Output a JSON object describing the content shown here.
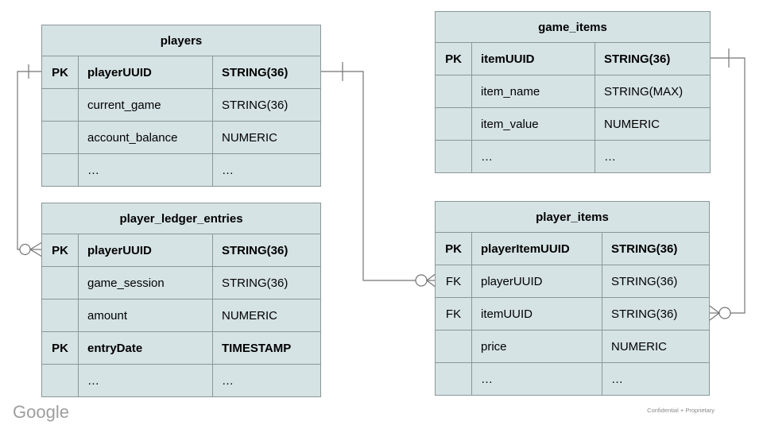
{
  "slide": {
    "brand": "Google",
    "footer_note": "Confidential + Proprietary"
  },
  "colors": {
    "table_fill": "#d6e3e5",
    "table_border": "#8a9799",
    "connector_line": "#757575",
    "text": "#000000",
    "brand_text": "#9e9e9e",
    "footer_text": "#8a8a8a",
    "background": "#ffffff"
  },
  "tables": [
    {
      "id": "players",
      "title": "players",
      "rows": [
        {
          "key": "PK",
          "name": "playerUUID",
          "type": "STRING(36)"
        },
        {
          "key": "",
          "name": "current_game",
          "type": "STRING(36)"
        },
        {
          "key": "",
          "name": "account_balance",
          "type": "NUMERIC"
        },
        {
          "key": "",
          "name": "…",
          "type": "…"
        }
      ]
    },
    {
      "id": "game_items",
      "title": "game_items",
      "rows": [
        {
          "key": "PK",
          "name": "itemUUID",
          "type": "STRING(36)"
        },
        {
          "key": "",
          "name": "item_name",
          "type": "STRING(MAX)"
        },
        {
          "key": "",
          "name": "item_value",
          "type": "NUMERIC"
        },
        {
          "key": "",
          "name": "…",
          "type": "…"
        }
      ]
    },
    {
      "id": "player_ledger_entries",
      "title": "player_ledger_entries",
      "rows": [
        {
          "key": "PK",
          "name": "playerUUID",
          "type": "STRING(36)"
        },
        {
          "key": "",
          "name": "game_session",
          "type": "STRING(36)"
        },
        {
          "key": "",
          "name": "amount",
          "type": "NUMERIC"
        },
        {
          "key": "PK",
          "name": "entryDate",
          "type": "TIMESTAMP"
        },
        {
          "key": "",
          "name": "…",
          "type": "…"
        }
      ]
    },
    {
      "id": "player_items",
      "title": "player_items",
      "rows": [
        {
          "key": "PK",
          "name": "playerItemUUID",
          "type": "STRING(36)"
        },
        {
          "key": "FK",
          "name": "playerUUID",
          "type": "STRING(36)"
        },
        {
          "key": "FK",
          "name": "itemUUID",
          "type": "STRING(36)"
        },
        {
          "key": "",
          "name": "price",
          "type": "NUMERIC"
        },
        {
          "key": "",
          "name": "…",
          "type": "…"
        }
      ]
    }
  ],
  "relationships": [
    {
      "from_table": "players",
      "from_column": "playerUUID",
      "from_cardinality": "exactly-one",
      "to_table": "player_ledger_entries",
      "to_column": "playerUUID",
      "to_cardinality": "zero-or-many"
    },
    {
      "from_table": "players",
      "from_column": "playerUUID",
      "from_cardinality": "exactly-one",
      "to_table": "player_items",
      "to_column": "playerUUID",
      "to_cardinality": "zero-or-many"
    },
    {
      "from_table": "game_items",
      "from_column": "itemUUID",
      "from_cardinality": "exactly-one",
      "to_table": "player_items",
      "to_column": "itemUUID",
      "to_cardinality": "zero-or-many"
    }
  ]
}
